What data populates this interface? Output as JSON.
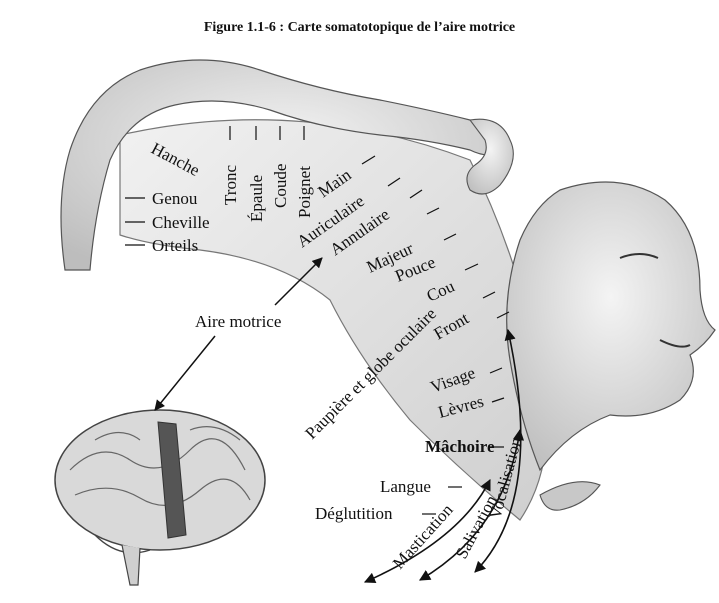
{
  "title": "Figure 1.1-6 : Carte somatotopique de l’aire motrice",
  "center_label": "Aire motrice",
  "labels": {
    "hanche": "Hanche",
    "genou": "Genou",
    "cheville": "Cheville",
    "orteils": "Orteils",
    "tronc": "Tronc",
    "epaule": "Épaule",
    "coude": "Coude",
    "poignet": "Poignet",
    "main": "Main",
    "auriculaire": "Auriculaire",
    "annulaire": "Annulaire",
    "majeur": "Majeur",
    "pouce": "Pouce",
    "cou": "Cou",
    "front": "Front",
    "paupiere": "Paupière et globe oculaire",
    "visage": "Visage",
    "levres": "Lèvres",
    "machoire": "Mâchoire",
    "langue": "Langue",
    "deglutition": "Déglutition",
    "mastication": "Mastication",
    "salivation": "Salivation",
    "vocalisation": "Vocalisation"
  }
}
